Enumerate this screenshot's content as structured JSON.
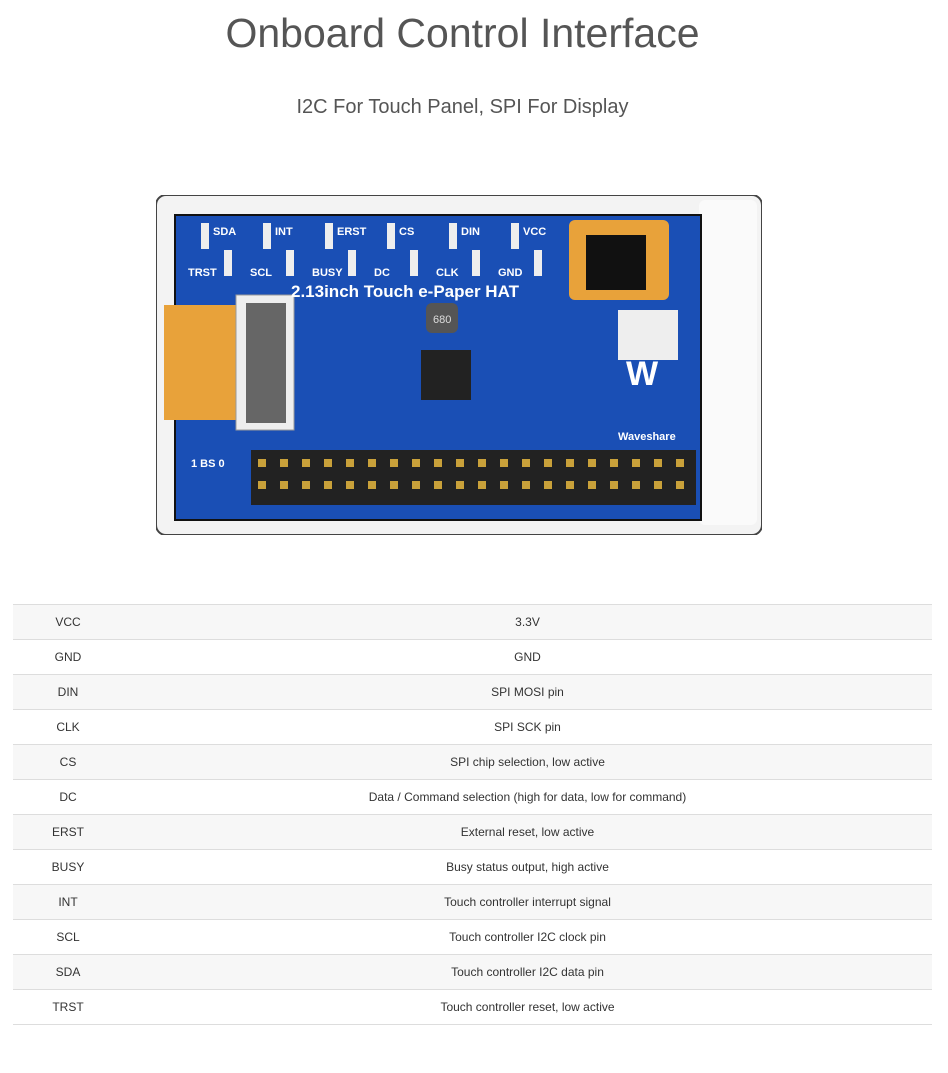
{
  "header": {
    "title": "Onboard Control Interface",
    "subtitle": "I2C For Touch Panel, SPI For Display"
  },
  "board": {
    "name": "2.13inch Touch e-Paper HAT",
    "top_pins": [
      "SDA",
      "INT",
      "ERST",
      "CS",
      "DIN",
      "VCC"
    ],
    "bottom_pins": [
      "TRST",
      "SCL",
      "BUSY",
      "DC",
      "CLK",
      "GND"
    ],
    "brand": "Waveshare",
    "bs_label": "1 BS 0",
    "inductor": "680",
    "colors": {
      "pcb": "#1a4fb5",
      "frame": "#f2f2f2",
      "fpc": "#e8a23a"
    }
  },
  "pins": [
    {
      "pin": "VCC",
      "desc": "3.3V"
    },
    {
      "pin": "GND",
      "desc": "GND"
    },
    {
      "pin": "DIN",
      "desc": "SPI MOSI pin"
    },
    {
      "pin": "CLK",
      "desc": "SPI SCK pin"
    },
    {
      "pin": "CS",
      "desc": "SPI chip selection, low active"
    },
    {
      "pin": "DC",
      "desc": "Data / Command selection (high for data, low for command)"
    },
    {
      "pin": "ERST",
      "desc": "External reset, low active"
    },
    {
      "pin": "BUSY",
      "desc": "Busy status output, high active"
    },
    {
      "pin": "INT",
      "desc": "Touch controller interrupt signal"
    },
    {
      "pin": "SCL",
      "desc": "Touch controller I2C clock pin"
    },
    {
      "pin": "SDA",
      "desc": "Touch controller I2C data pin"
    },
    {
      "pin": "TRST",
      "desc": "Touch controller reset, low active"
    }
  ]
}
